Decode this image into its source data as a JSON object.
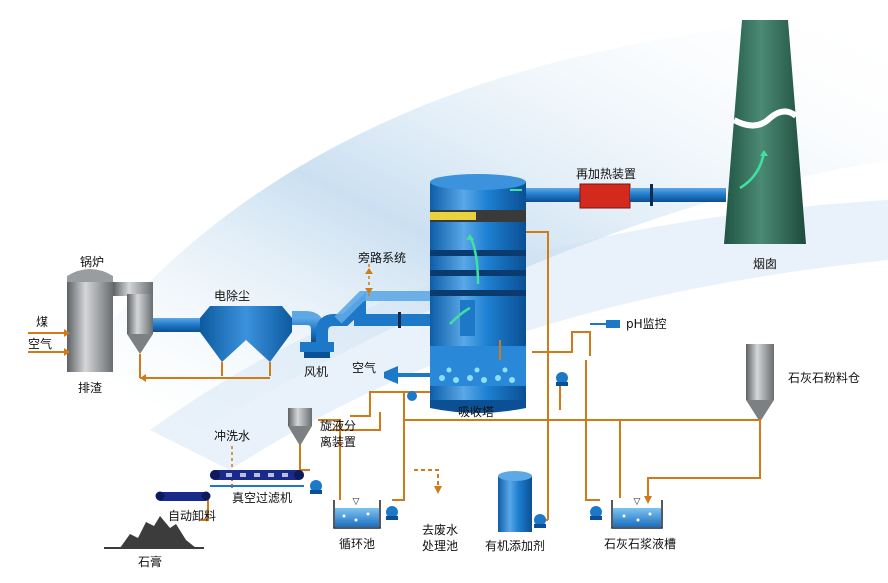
{
  "labels": {
    "boiler": "锅炉",
    "coal": "煤",
    "air_in": "空气",
    "slag": "排渣",
    "esp": "电除尘",
    "fan": "风机",
    "bypass": "旁路系统",
    "reheater": "再加热装置",
    "chimney": "烟囱",
    "absorber": "吸收塔",
    "air2": "空气",
    "ph": "pH监控",
    "limestone_silo": "石灰石粉料仓",
    "hydrocyclone_1": "旋液分",
    "hydrocyclone_2": "离装置",
    "flush_water": "冲洗水",
    "vacuum_filter": "真空过滤机",
    "auto_unload": "自动卸料",
    "gypsum": "石膏",
    "circ_tank": "循环池",
    "wastewater_1": "去废水",
    "wastewater_2": "处理池",
    "additive": "有机添加剂",
    "slurry_tank": "石灰石浆液槽"
  },
  "colors": {
    "pipe_blue": "#1e78c8",
    "slurry_orange": "#d07a18",
    "chimney_green": "#2f6f5b",
    "reheater_red": "#d42a1e",
    "tower_blue": "#1576c4",
    "equipment_grey": "#8a8d90",
    "filter_navy": "#1a2a8a"
  }
}
